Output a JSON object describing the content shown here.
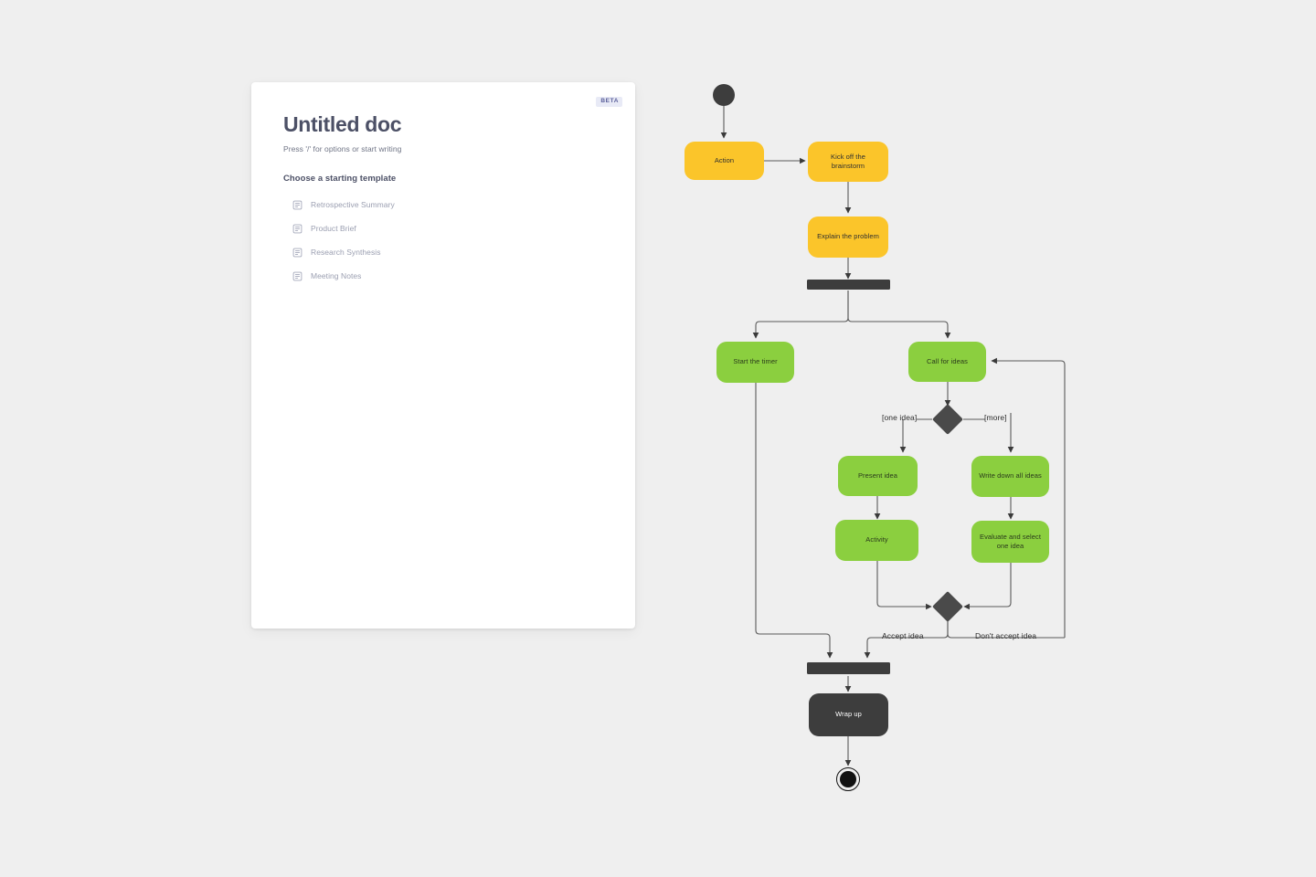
{
  "canvas": {
    "background": "#efefef"
  },
  "doc_card": {
    "badge": "BETA",
    "title": "Untitled doc",
    "hint": "Press '/' for options or start writing",
    "templates_heading": "Choose a starting template",
    "templates": [
      {
        "label": "Retrospective Summary",
        "icon": "document-icon"
      },
      {
        "label": "Product Brief",
        "icon": "document-icon"
      },
      {
        "label": "Research Synthesis",
        "icon": "document-icon"
      },
      {
        "label": "Meeting Notes",
        "icon": "document-icon"
      }
    ],
    "colors": {
      "card": "#ffffff",
      "title": "#4c5066",
      "muted": "#9a9eb0",
      "badge_bg": "#e8eaf6",
      "badge_fg": "#5a5f9a"
    }
  },
  "diagram": {
    "type": "uml-activity-diagram",
    "colors": {
      "action_yellow": "#fbc52a",
      "action_green": "#8bcf3f",
      "control_dark": "#3d3d3d",
      "decision_dark": "#4a4a4a",
      "edge": "#5a5a5a"
    },
    "nodes": [
      {
        "id": "start",
        "kind": "initial-node",
        "label": ""
      },
      {
        "id": "action",
        "kind": "action",
        "label": "Action",
        "color": "yellow"
      },
      {
        "id": "kickoff",
        "kind": "action",
        "label": "Kick off the brainstorm",
        "color": "yellow"
      },
      {
        "id": "explain",
        "kind": "action",
        "label": "Explain the problem",
        "color": "yellow"
      },
      {
        "id": "fork",
        "kind": "fork-bar",
        "label": ""
      },
      {
        "id": "timer",
        "kind": "action",
        "label": "Start the timer",
        "color": "green"
      },
      {
        "id": "call",
        "kind": "action",
        "label": "Call for ideas",
        "color": "green"
      },
      {
        "id": "decision1",
        "kind": "decision",
        "label": ""
      },
      {
        "id": "present",
        "kind": "action",
        "label": "Present idea",
        "color": "green"
      },
      {
        "id": "writedown",
        "kind": "action",
        "label": "Write down all ideas",
        "color": "green"
      },
      {
        "id": "activity",
        "kind": "action",
        "label": "Activity",
        "color": "green"
      },
      {
        "id": "evaluate",
        "kind": "action",
        "label": "Evaluate and select one idea",
        "color": "green"
      },
      {
        "id": "decision2",
        "kind": "merge",
        "label": ""
      },
      {
        "id": "join",
        "kind": "join-bar",
        "label": ""
      },
      {
        "id": "wrapup",
        "kind": "action",
        "label": "Wrap up",
        "color": "dark"
      },
      {
        "id": "end",
        "kind": "final-node",
        "label": ""
      }
    ],
    "edge_labels": [
      {
        "id": "one-idea",
        "text": "[one idea]"
      },
      {
        "id": "more",
        "text": "[more]"
      },
      {
        "id": "accept",
        "text": "Accept idea"
      },
      {
        "id": "dont-accept",
        "text": "Don't accept idea"
      }
    ]
  }
}
